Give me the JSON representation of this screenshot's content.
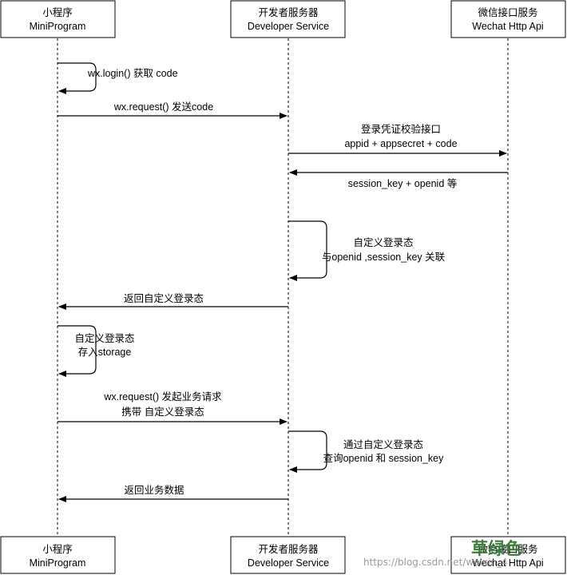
{
  "participants": [
    {
      "id": "mini",
      "line1": "小程序",
      "line2": "MiniProgram"
    },
    {
      "id": "dev",
      "line1": "开发者服务器",
      "line2": "Developer Service"
    },
    {
      "id": "wx",
      "line1": "微信接口服务",
      "line2": "Wechat Http Api"
    }
  ],
  "messages": [
    {
      "id": "m1",
      "lines": [
        "wx.login() 获取 code"
      ]
    },
    {
      "id": "m2",
      "lines": [
        "wx.request() 发送code"
      ]
    },
    {
      "id": "m3",
      "lines": [
        "登录凭证校验接口",
        "appid + appsecret + code"
      ]
    },
    {
      "id": "m4",
      "lines": [
        "session_key + openid 等"
      ]
    },
    {
      "id": "m5",
      "lines": [
        "自定义登录态",
        "与openid ,session_key 关联"
      ]
    },
    {
      "id": "m6",
      "lines": [
        "返回自定义登录态"
      ]
    },
    {
      "id": "m7",
      "lines": [
        "自定义登录态",
        "存入storage"
      ]
    },
    {
      "id": "m8",
      "lines": [
        "wx.request() 发起业务请求",
        "携带 自定义登录态"
      ]
    },
    {
      "id": "m9",
      "lines": [
        "通过自定义登录态",
        "查询openid 和 session_key"
      ]
    },
    {
      "id": "m10",
      "lines": [
        "返回业务数据"
      ]
    }
  ],
  "watermark": {
    "url": "https://blog.csdn.net/weixin_4",
    "brand": "草绿色"
  }
}
